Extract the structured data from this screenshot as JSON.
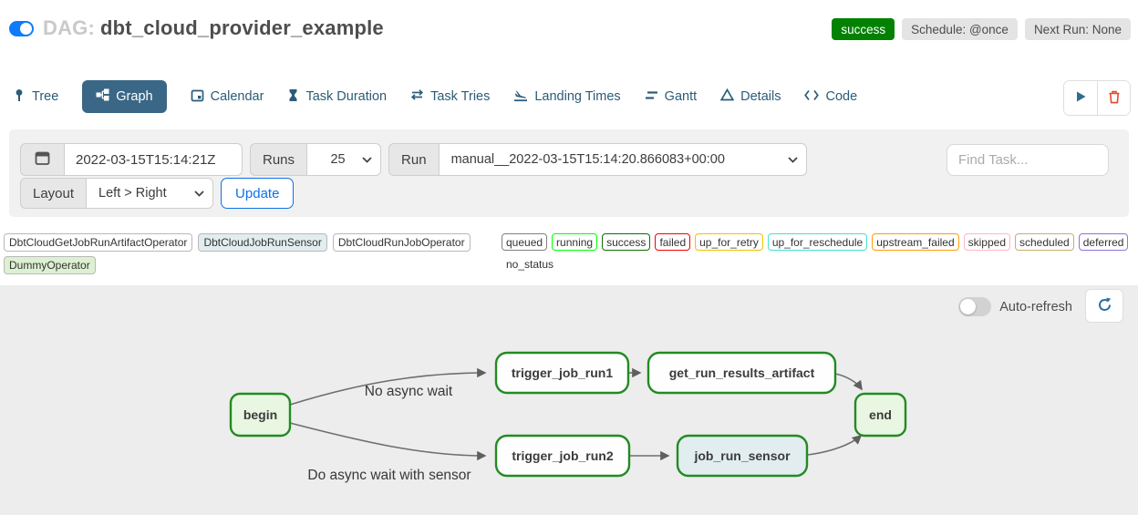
{
  "header": {
    "toggle_on": true,
    "dag_label": "DAG:",
    "dag_name": "dbt_cloud_provider_example",
    "badges": {
      "status": "success",
      "schedule": "Schedule: @once",
      "next_run": "Next Run: None"
    },
    "colors": {
      "status_badge": "#038103",
      "toggle_on_blue": "#0d7bfb"
    }
  },
  "tabs": [
    {
      "label": "Tree",
      "active": false
    },
    {
      "label": "Graph",
      "active": true
    },
    {
      "label": "Calendar",
      "active": false
    },
    {
      "label": "Task Duration",
      "active": false
    },
    {
      "label": "Task Tries",
      "active": false
    },
    {
      "label": "Landing Times",
      "active": false
    },
    {
      "label": "Gantt",
      "active": false
    },
    {
      "label": "Details",
      "active": false
    },
    {
      "label": "Code",
      "active": false
    }
  ],
  "toolbar": {
    "active_tab_bg": "#3a6786",
    "play_color": "#2f6d8e",
    "trash_color": "#e6492d"
  },
  "filters": {
    "date_value": "2022-03-15T15:14:21Z",
    "runs_label": "Runs",
    "runs_value": "25",
    "run_label": "Run",
    "run_value": "manual__2022-03-15T15:14:20.866083+00:00",
    "find_task_placeholder": "Find Task...",
    "layout_label": "Layout",
    "layout_value": "Left > Right",
    "update_label": "Update"
  },
  "legend": {
    "operators": [
      {
        "label": "DbtCloudGetJobRunArtifactOperator",
        "fill": "#ffffff"
      },
      {
        "label": "DbtCloudJobRunSensor",
        "fill": "#e1edef"
      },
      {
        "label": "DbtCloudRunJobOperator",
        "fill": "#ffffff"
      },
      {
        "label": "DummyOperator",
        "fill": "#ddf0d2"
      }
    ],
    "statuses": [
      {
        "label": "queued",
        "border": "#808080"
      },
      {
        "label": "running",
        "border": "#01ff00"
      },
      {
        "label": "success",
        "border": "#0b7005"
      },
      {
        "label": "failed",
        "border": "#f30000"
      },
      {
        "label": "up_for_retry",
        "border": "#f2c100"
      },
      {
        "label": "up_for_reschedule",
        "border": "#45e0d2"
      },
      {
        "label": "upstream_failed",
        "border": "#ff9d0a"
      },
      {
        "label": "skipped",
        "border": "#feb8c4"
      },
      {
        "label": "scheduled",
        "border": "#cbab72"
      },
      {
        "label": "deferred",
        "border": "#9370db"
      },
      {
        "label": "no_status",
        "border": "transparent"
      }
    ]
  },
  "graph": {
    "auto_refresh_label": "Auto-refresh",
    "auto_refresh_on": false,
    "nodes": [
      {
        "label": "begin",
        "operator": "DummyOperator",
        "status": "success"
      },
      {
        "label": "trigger_job_run1",
        "operator": "DbtCloudRunJobOperator",
        "status": "success"
      },
      {
        "label": "get_run_results_artifact",
        "operator": "DbtCloudGetJobRunArtifactOperator",
        "status": "success"
      },
      {
        "label": "trigger_job_run2",
        "operator": "DbtCloudRunJobOperator",
        "status": "success"
      },
      {
        "label": "job_run_sensor",
        "operator": "DbtCloudJobRunSensor",
        "status": "success"
      },
      {
        "label": "end",
        "operator": "DummyOperator",
        "status": "success"
      }
    ],
    "edges": [
      [
        "begin",
        "trigger_job_run1"
      ],
      [
        "begin",
        "trigger_job_run2"
      ],
      [
        "trigger_job_run1",
        "get_run_results_artifact"
      ],
      [
        "trigger_job_run2",
        "job_run_sensor"
      ],
      [
        "get_run_results_artifact",
        "end"
      ],
      [
        "job_run_sensor",
        "end"
      ]
    ],
    "edge_labels": {
      "top": "No async wait",
      "bottom": "Do async wait with sensor"
    },
    "colors": {
      "node_border_success": "#228b22",
      "dummy_fill": "#e9f6e2",
      "sensor_fill": "#e1edef",
      "operator_fill": "#fdfefd"
    }
  }
}
